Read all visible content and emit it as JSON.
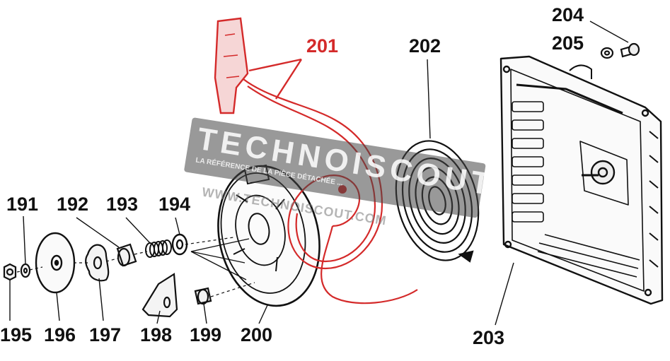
{
  "callouts": {
    "p191": "191",
    "p192": "192",
    "p193": "193",
    "p194": "194",
    "p195": "195",
    "p196": "196",
    "p197": "197",
    "p198": "198",
    "p199": "199",
    "p200": "200",
    "p201": "201",
    "p202": "202",
    "p203": "203",
    "p204": "204",
    "p205": "205"
  },
  "watermark": {
    "brand": "TECHNOISCOUT",
    "tagline": "LA RÉFÉRENCE DE LA PIÈCE DÉTACHÉE ...",
    "site": "WWW.TECHNOISCOUT.COM"
  },
  "colors": {
    "highlight": "#d42a2a",
    "line": "#111111",
    "watermark": "#555555"
  }
}
